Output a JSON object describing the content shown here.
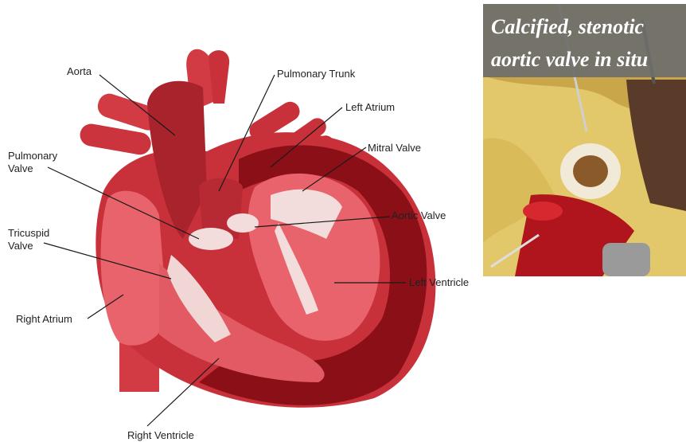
{
  "diagram": {
    "labels": {
      "aorta": "Aorta",
      "pulmonary_trunk": "Pulmonary Trunk",
      "left_atrium": "Left Atrium",
      "pulmonary_valve": "Pulmonary\nValve",
      "mitral_valve": "Mitral Valve",
      "aortic_valve": "Aortic Valve",
      "tricuspid_valve": "Tricuspid\nValve",
      "left_ventricle": "Left Ventricle",
      "right_atrium": "Right Atrium",
      "right_ventricle": "Right Ventricle"
    },
    "colors": {
      "heart_red": "#c8303a",
      "dark_wall": "#8b0f16",
      "light_chamber": "#e8636b",
      "valve_white": "#f3dcdc",
      "leader_line": "#1a1a1a"
    }
  },
  "photo": {
    "caption_line1": "Calcified, stenotic",
    "caption_line2": "aortic valve in situ",
    "colors": {
      "tissue_yellow": "#e8d27a",
      "blood_red": "#b0141c",
      "caption_bg": "#6e6e6c"
    }
  }
}
